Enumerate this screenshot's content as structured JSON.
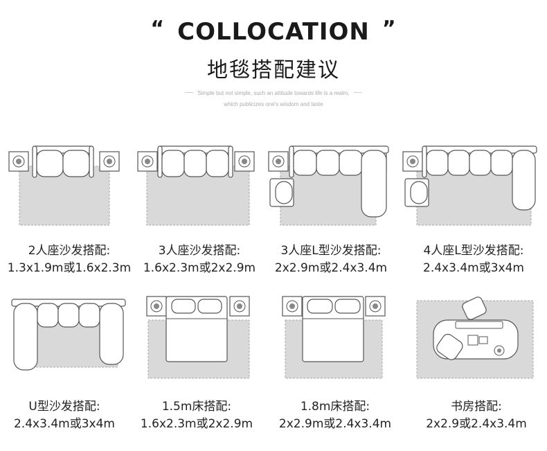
{
  "header": {
    "open_quote": "“",
    "title_en": "COLLOCATION",
    "close_quote": "”",
    "title_cn": "地毯搭配建议",
    "tagline_1": "Simple but not simple, such an attitude towards life is a realm,",
    "tagline_2": "which publicizes one's wisdom and taste"
  },
  "layouts": [
    {
      "label": "2人座沙发搭配:",
      "sizes": "1.3x1.9m或1.6x2.3m"
    },
    {
      "label": "3人座沙发搭配:",
      "sizes": "1.6x2.3m或2x2.9m"
    },
    {
      "label": "3人座L型沙发搭配:",
      "sizes": "2x2.9m或2.4x3.4m"
    },
    {
      "label": "4人座L型沙发搭配:",
      "sizes": "2.4x3.4m或3x4m"
    },
    {
      "label": "U型沙发搭配:",
      "sizes": "2.4x3.4m或3x4m"
    },
    {
      "label": "1.5m床搭配:",
      "sizes": "1.6x2.3m或2x2.9m"
    },
    {
      "label": "1.8m床搭配:",
      "sizes": "2x2.9m或2.4x3.4m"
    },
    {
      "label": "书房搭配:",
      "sizes": "2x2.9或2.4x3.4m"
    }
  ],
  "colors": {
    "rug": "#d9d9d9",
    "line": "#555555",
    "furniture": "#ffffff"
  }
}
